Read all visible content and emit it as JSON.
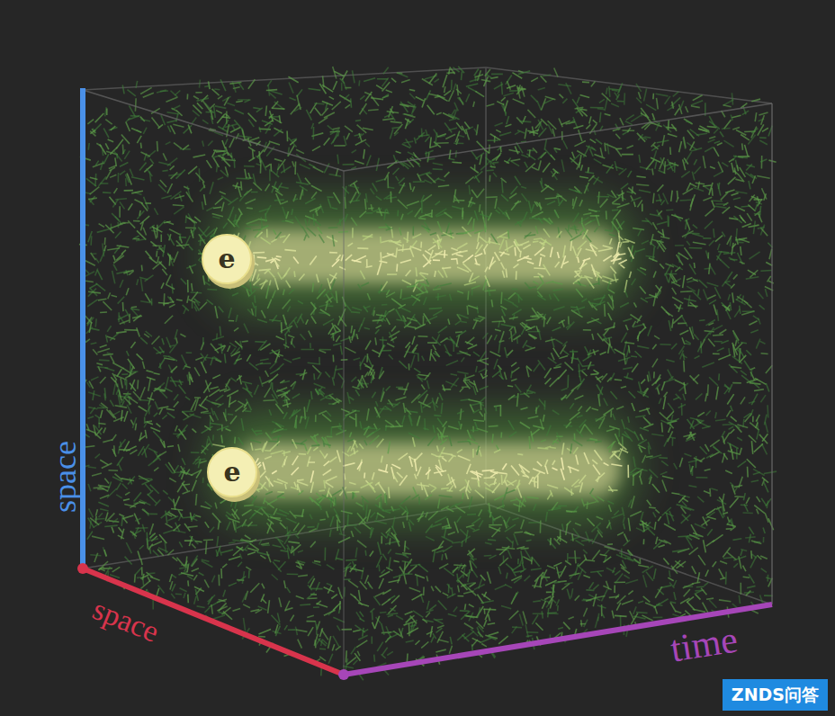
{
  "diagram": {
    "nodes": [
      {
        "text": [
          "e"
        ]
      },
      {
        "text": [
          "e"
        ]
      }
    ],
    "labels": [
      "space",
      "space",
      "time",
      "ZNDS问答"
    ]
  }
}
